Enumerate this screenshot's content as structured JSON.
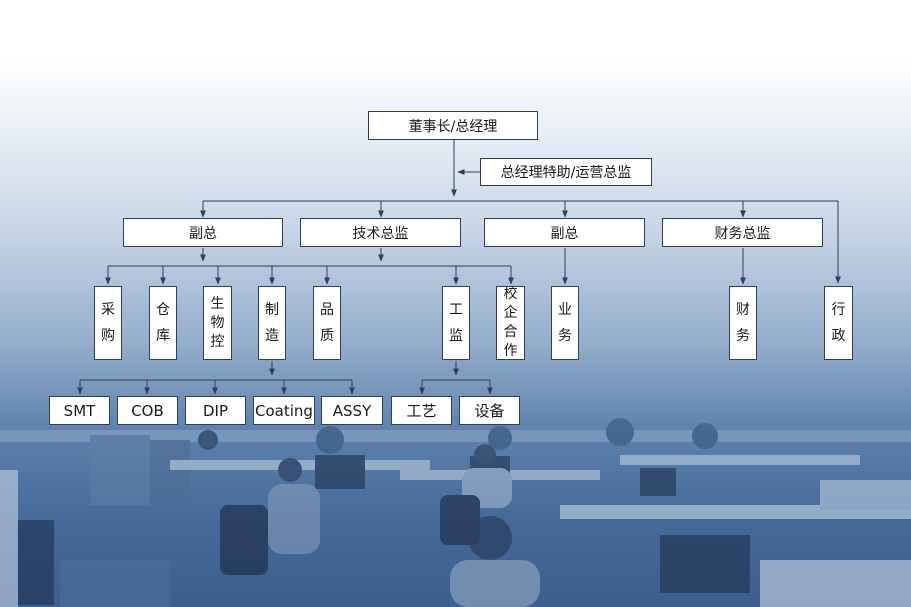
{
  "org_chart": {
    "root": "董事长/总经理",
    "assistant": "总经理特助/运营总监",
    "level1": [
      {
        "id": "vp1",
        "label": "副总"
      },
      {
        "id": "tech",
        "label": "技术总监"
      },
      {
        "id": "vp2",
        "label": "副总"
      },
      {
        "id": "fin",
        "label": "财务总监"
      }
    ],
    "admin": "行政",
    "vp1_depts": [
      "采购",
      "仓库",
      "生物控",
      "制造",
      "品质"
    ],
    "tech_depts": [
      "工监",
      "校企合作"
    ],
    "vp2_depts": [
      "业务"
    ],
    "fin_depts": [
      "财务"
    ],
    "manufacturing_lines": [
      "SMT",
      "COB",
      "DIP",
      "Coating",
      "ASSY"
    ],
    "engineering_units": [
      "工艺",
      "设备"
    ]
  },
  "colors": {
    "line": "#2d3f63",
    "box_border": "#2d3f63",
    "box_fill": "#ffffff",
    "bg_bottom": "#3d5f8f"
  }
}
